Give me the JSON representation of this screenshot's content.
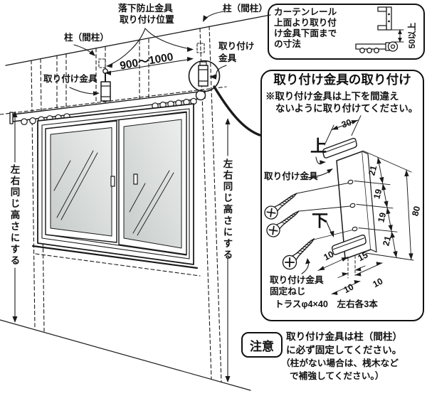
{
  "colors": {
    "ink": "#1a1a1a",
    "glass_light": "#eceeed",
    "glass_dark": "#c6cbca"
  },
  "diagram": {
    "labels": {
      "fall_line1": "落下防止金具",
      "fall_line2": "取り付け位置",
      "pillar_left": "柱（間柱）",
      "pillar_right": "柱（間柱）",
      "bracket_left": "取り付け金具",
      "bracket_right_line1": "取り付け",
      "bracket_right_line2": "金具",
      "span": "900～1000",
      "same_height_left": "左右同じ高さにする",
      "same_height_right": "左右同じ高さにする"
    }
  },
  "rail_info_box": {
    "lines": [
      "カーテンレール",
      "上面より取り付",
      "け金具下面まで",
      "の寸法"
    ],
    "dimension": "50以上"
  },
  "bracket_box": {
    "title": "取り付け金具の取り付け",
    "note1": "※取り付け金具は上下を間違え",
    "note2": "ないように取り付けてください。",
    "up": "上",
    "down": "下",
    "bracket_label": "取り付け金具",
    "dims": {
      "width": "30",
      "seg1": "21",
      "seg2": "19",
      "seg3": "19",
      "seg4": "21",
      "total": "80",
      "off_a": "10",
      "off_b": "15",
      "off_c": "10",
      "off_d": "10"
    },
    "screw_line1": "取り付け金具",
    "screw_line2": "固定ねじ",
    "screw_line3": "トラスφ4×40　左右各3本"
  },
  "caution": {
    "badge": "注意",
    "line1": "取り付け金具は柱（間柱）",
    "line2": "に必ず固定してください。",
    "line3": "（柱がない場合は、桟木など",
    "line4": "で補強してください。）"
  }
}
